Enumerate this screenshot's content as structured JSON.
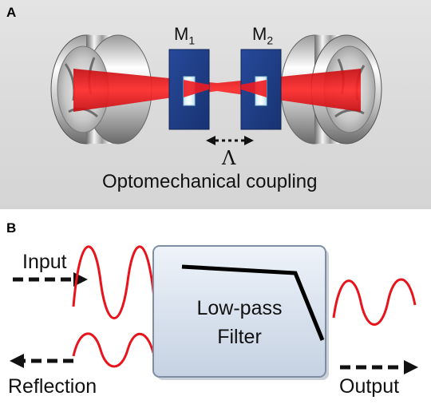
{
  "panel_a": {
    "letter": "A",
    "mirror_left": {
      "base": "M",
      "sub": "1"
    },
    "mirror_right": {
      "base": "M",
      "sub": "2"
    },
    "spacing_symbol": "Λ",
    "caption": "Optomechanical coupling"
  },
  "panel_b": {
    "letter": "B",
    "input_label": "Input",
    "reflection_label": "Reflection",
    "output_label": "Output",
    "filter_line1": "Low-pass",
    "filter_line2": "Filter"
  },
  "colors": {
    "laser": "#e8131b",
    "mirror_blue": "#1f3f8c",
    "filter_fill": "#d9e2ee",
    "arrow": "#111111"
  }
}
